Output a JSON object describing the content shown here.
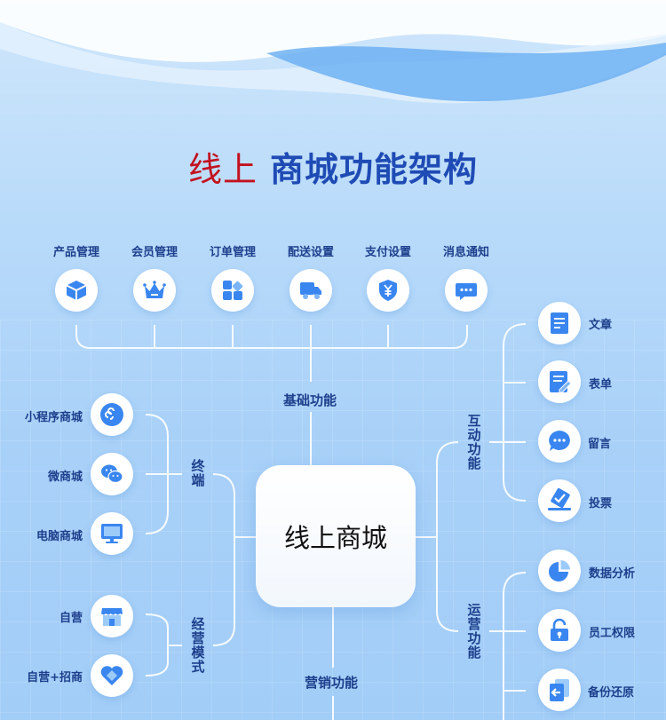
{
  "title": {
    "part1": "线上",
    "part2": "商城功能架构"
  },
  "center": "线上商城",
  "top_items": [
    {
      "label": "产品管理",
      "icon": "cube-icon"
    },
    {
      "label": "会员管理",
      "icon": "crown-icon"
    },
    {
      "label": "订单管理",
      "icon": "grid-apps-icon"
    },
    {
      "label": "配送设置",
      "icon": "delivery-truck-icon"
    },
    {
      "label": "支付设置",
      "icon": "yuan-shield-icon"
    },
    {
      "label": "消息通知",
      "icon": "chat-bubble-icon"
    }
  ],
  "sections": {
    "basic": "基础功能",
    "marketing": "营销功能",
    "terminal": "终端",
    "business_mode": "经营模式",
    "interaction": "互动功能",
    "operation": "运营功能"
  },
  "terminal_items": [
    {
      "label": "小程序商城",
      "icon": "mini-program-icon"
    },
    {
      "label": "微商城",
      "icon": "wechat-icon"
    },
    {
      "label": "电脑商城",
      "icon": "monitor-icon"
    }
  ],
  "business_items": [
    {
      "label": "自营",
      "icon": "store-icon"
    },
    {
      "label": "自营+招商",
      "icon": "handshake-icon"
    }
  ],
  "interaction_items": [
    {
      "label": "文章",
      "icon": "article-icon"
    },
    {
      "label": "表单",
      "icon": "form-icon"
    },
    {
      "label": "留言",
      "icon": "message-icon"
    },
    {
      "label": "投票",
      "icon": "vote-icon"
    }
  ],
  "operation_items": [
    {
      "label": "数据分析",
      "icon": "pie-chart-icon"
    },
    {
      "label": "员工权限",
      "icon": "lock-icon"
    },
    {
      "label": "备份还原",
      "icon": "backup-restore-icon"
    }
  ],
  "colors": {
    "accent": "#1f4bb5",
    "title_red": "#c3111f",
    "icon_blue": "#3a86f0"
  }
}
